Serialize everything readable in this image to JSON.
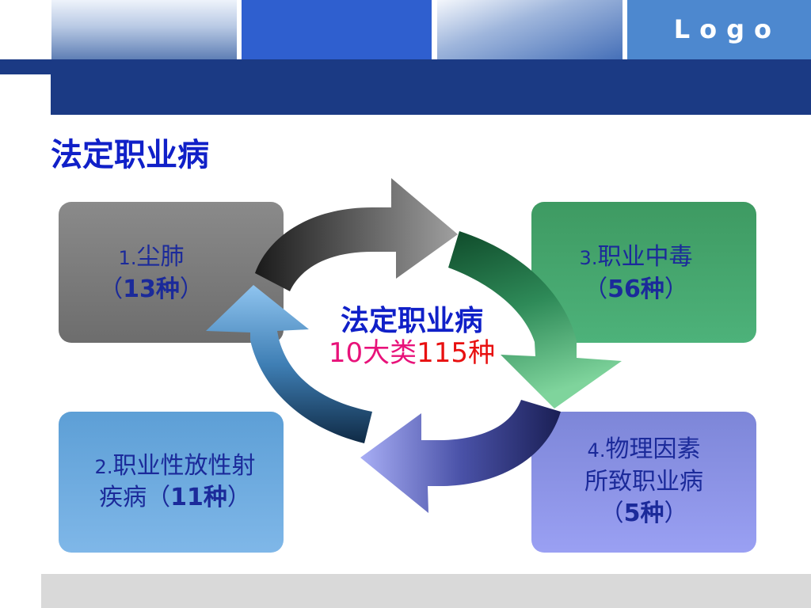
{
  "header": {
    "logo": "Logo"
  },
  "title": "法定职业病",
  "center": {
    "title": "法定职业病",
    "count_a": "10",
    "category_word": "大类",
    "count_b": "115",
    "kind_word": "种"
  },
  "boxes": [
    {
      "number": "1.",
      "name": "尘肺",
      "open": "（",
      "count": "13",
      "unit": "种",
      "close": "）"
    },
    {
      "number": "2.",
      "name_line1": "职业性放性射",
      "name_line2": "疾病",
      "open": "（",
      "count": "11",
      "unit": "种",
      "close": "）"
    },
    {
      "number": "3.",
      "name": "职业中毒",
      "open": "（",
      "count": "56",
      "unit": "种",
      "close": "）"
    },
    {
      "number": "4.",
      "name_line1": "物理因素",
      "name_line2": "所致职业病",
      "open": "（",
      "count": "5",
      "unit": "种",
      "close": "）"
    }
  ],
  "colors": {
    "title_blue": "#1020c8",
    "header_navy": "#1b3a84",
    "box_gray": "#7a7a7a",
    "box_blue": "#6eaee3",
    "box_green": "#46a86e",
    "box_purple": "#8d94e8",
    "center_pink": "#e8127a",
    "center_red": "#e81010"
  }
}
